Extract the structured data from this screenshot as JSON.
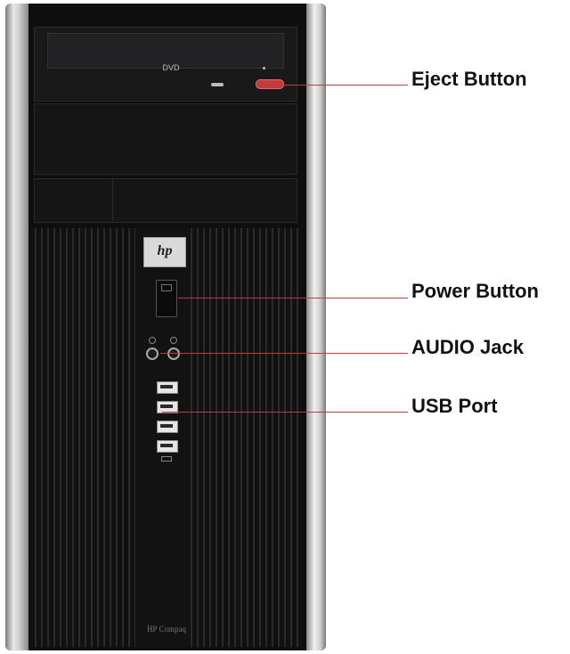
{
  "labels": {
    "eject": "Eject Button",
    "power": "Power Button",
    "audio": "AUDIO Jack",
    "usb": "USB Port"
  },
  "device": {
    "brand_logo": "hp",
    "dvd_logo": "DVD",
    "footer_text": "HP Compaq"
  },
  "colors": {
    "callout_line": "#b94040",
    "eject_button": "#c43b3b"
  }
}
